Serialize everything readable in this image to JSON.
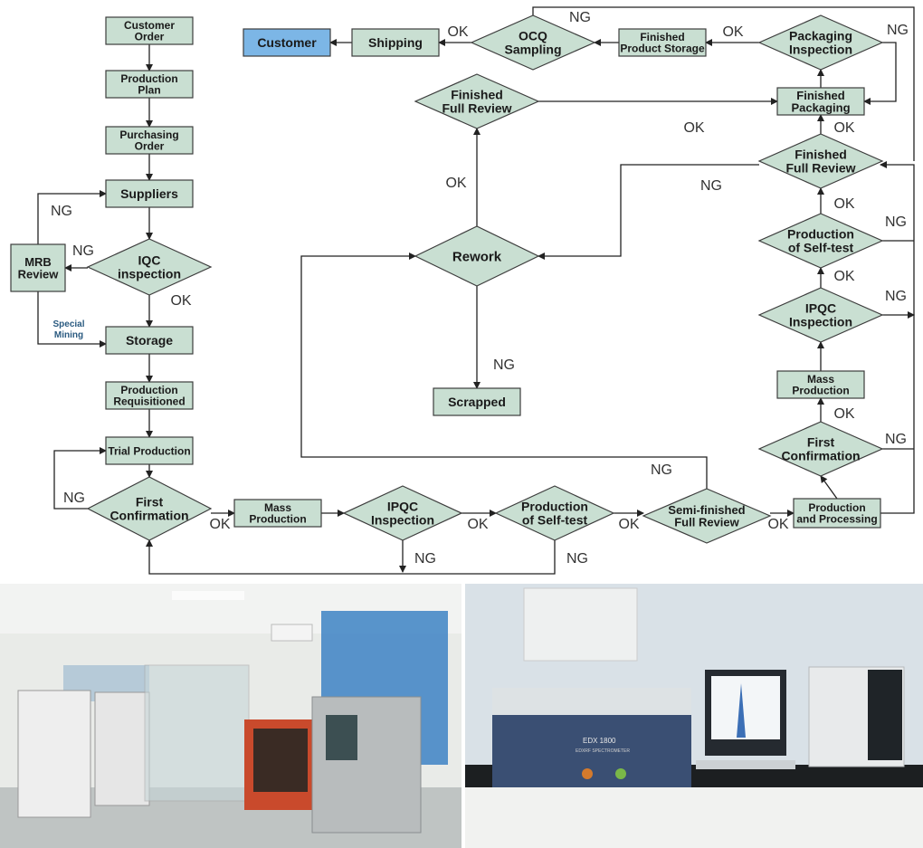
{
  "nodes": {
    "customer_order": "Customer\nOrder",
    "production_plan": "Production\nPlan",
    "purchasing_order": "Purchasing\nOrder",
    "suppliers": "Suppliers",
    "iqc_inspection": "IQC\ninspection",
    "mrb_review": "MRB\nReview",
    "special_mining": "Special\nMining",
    "storage": "Storage",
    "production_requisitioned": "Production\nRequisitioned",
    "trial_production": "Trial Production",
    "first_confirmation": "First\nConfirmation",
    "mass_production": "Mass\nProduction",
    "ipqc_inspection": "IPQC\nInspection",
    "production_self_test": "Production\nof Self-test",
    "semi_finished_review": "Semi-finished\nFull Review",
    "production_processing": "Production\nand Processing",
    "first_confirmation_2": "First\nConfirmation",
    "mass_production_2": "Mass\nProduction",
    "ipqc_inspection_2": "IPQC\nInspection",
    "production_self_test_2": "Production\nof Self-test",
    "finished_full_review": "Finished\nFull Review",
    "finished_packaging": "Finished\nPackaging",
    "packaging_inspection": "Packaging\nInspection",
    "finished_product_storage": "Finished\nProduct Storage",
    "ocq_sampling": "OCQ\nSampling",
    "shipping": "Shipping",
    "customer": "Customer",
    "finished_full_review_2": "Finished\nFull Review",
    "rework": "Rework",
    "scrapped": "Scrapped"
  },
  "labels": {
    "ok": "OK",
    "ng": "NG"
  },
  "colors": {
    "box_fill": "#c9dfd2",
    "customer_fill": "#7cb6e6",
    "line": "#222222",
    "text": "#1a1a1a",
    "label": "#333333"
  },
  "photos": {
    "left": "testing-lab-photo",
    "right": "edx-1800-spectrometer-photo",
    "spectrometer_label": "EDX 1800",
    "spectrometer_sublabel": "EDXRF SPECTROMETER"
  }
}
